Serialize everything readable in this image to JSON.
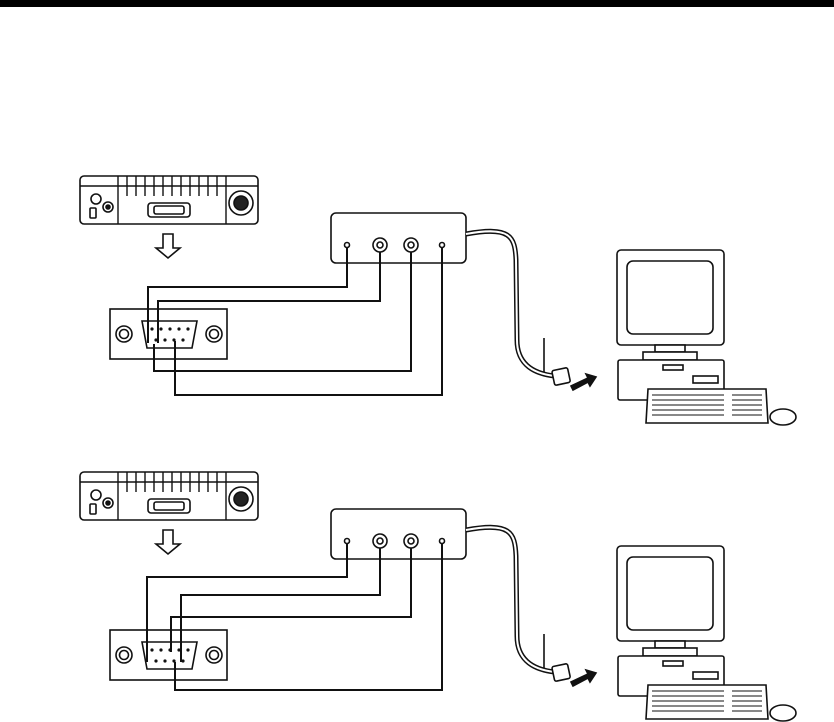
{
  "header": {
    "rule_color": "#000000"
  },
  "colors": {
    "line": "#111111",
    "fill": "#ffffff",
    "shade": "#222222"
  },
  "diagrams": [
    {
      "radio": {
        "icon": "radio-rear-panel-icon"
      },
      "arrow": {
        "icon": "arrow-down-icon"
      },
      "connector": {
        "icon": "db9-connector-icon",
        "pins": 9
      },
      "interface_box": {
        "icon": "interface-box-icon",
        "ports": 4
      },
      "cable": {
        "icon": "serial-cable-icon"
      },
      "computer": {
        "icon": "desktop-computer-icon"
      }
    },
    {
      "radio": {
        "icon": "radio-rear-panel-icon"
      },
      "arrow": {
        "icon": "arrow-down-icon"
      },
      "connector": {
        "icon": "db9-connector-icon",
        "pins": 9
      },
      "interface_box": {
        "icon": "interface-box-icon",
        "ports": 4
      },
      "cable": {
        "icon": "serial-cable-icon"
      },
      "computer": {
        "icon": "desktop-computer-icon"
      }
    }
  ]
}
